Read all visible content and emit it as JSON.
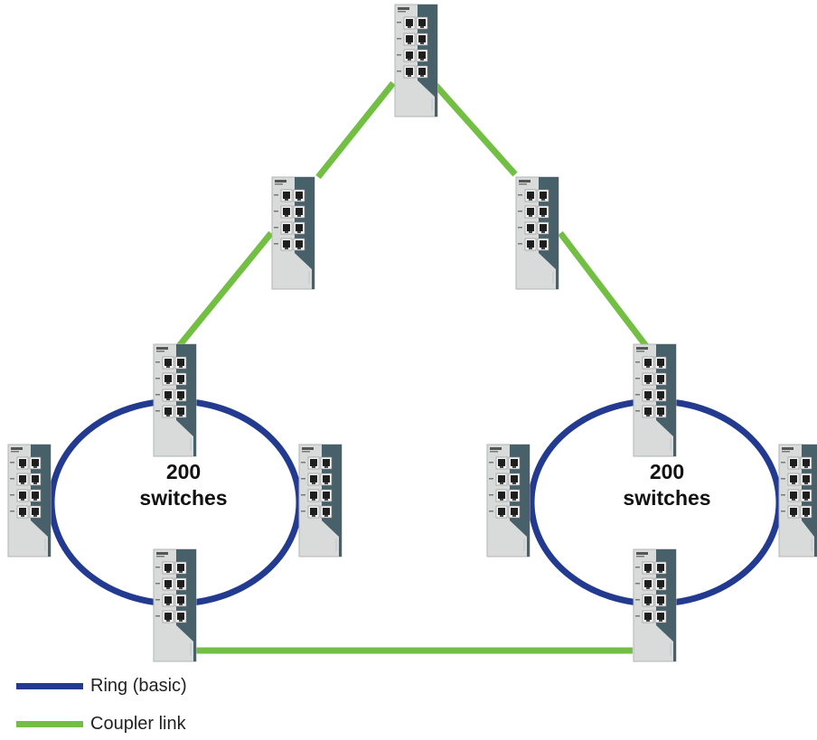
{
  "colors": {
    "ring": "#223a8f",
    "coupler": "#72bf44",
    "switch_body": "#d9dbdb",
    "switch_panel": "#48606a",
    "port": "#1e1e1e"
  },
  "rings": [
    {
      "label_line1": "200",
      "label_line2": "switches"
    },
    {
      "label_line1": "200",
      "label_line2": "switches"
    }
  ],
  "legend": [
    {
      "label": "Ring (basic)",
      "color": "#223a8f"
    },
    {
      "label": "Coupler link",
      "color": "#72bf44"
    }
  ]
}
